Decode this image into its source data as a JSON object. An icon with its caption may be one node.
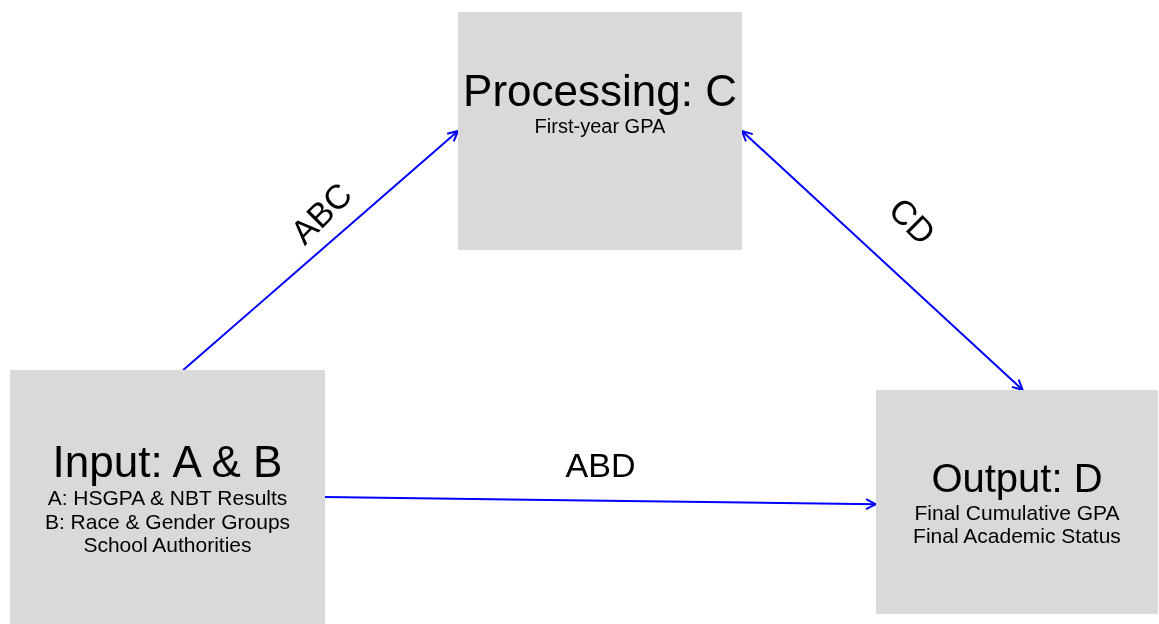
{
  "diagram": {
    "nodes": [
      {
        "text": [
          "Processing: C",
          "First-year GPA"
        ]
      },
      {
        "text": [
          "Input: A & B",
          "A: HSGPA & NBT Results",
          "B: Race & Gender Groups",
          "School Authorities"
        ]
      },
      {
        "text": [
          "Output: D",
          "Final Cumulative GPA",
          "Final Academic Status"
        ]
      }
    ],
    "edges": [
      {
        "from": 1,
        "to": 0,
        "arrow": "to",
        "label": "ABC"
      },
      {
        "from": 0,
        "to": 2,
        "arrow": "both",
        "label": "CD"
      },
      {
        "from": 1,
        "to": 2,
        "arrow": "to",
        "label": "ABD"
      }
    ]
  }
}
